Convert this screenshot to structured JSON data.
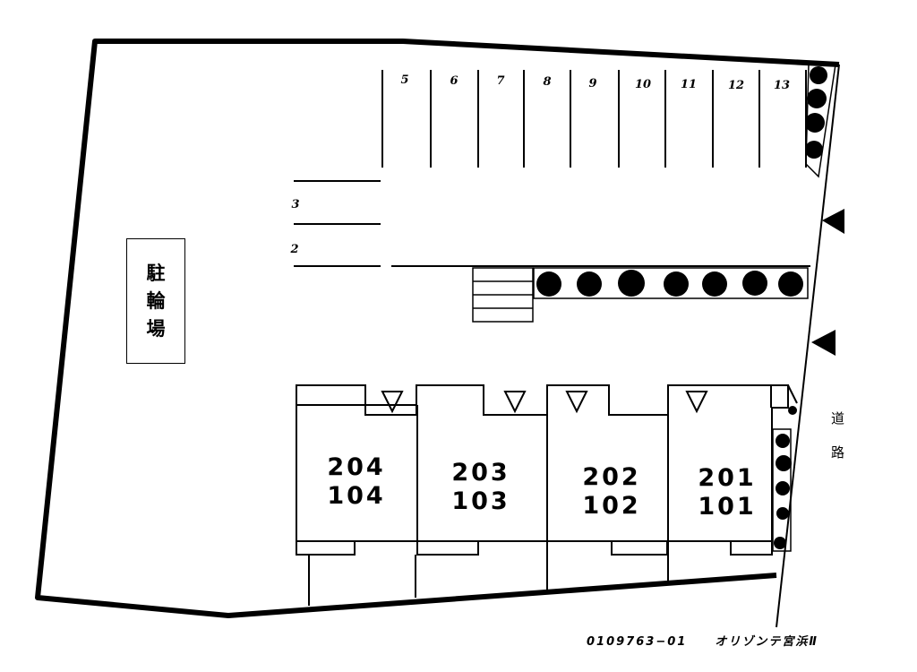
{
  "site_plan": {
    "parking_slots": [
      "5",
      "6",
      "7",
      "8",
      "9",
      "10",
      "11",
      "12",
      "13"
    ],
    "parking_left": [
      "3",
      "2"
    ],
    "bicycle_parking": [
      "駐",
      "輪",
      "場"
    ],
    "units": [
      {
        "upper": "204",
        "lower": "104"
      },
      {
        "upper": "203",
        "lower": "103"
      },
      {
        "upper": "202",
        "lower": "102"
      },
      {
        "upper": "201",
        "lower": "101"
      }
    ],
    "road": [
      "道",
      "路"
    ],
    "footer": {
      "code": "0109763−01",
      "name": "オリゾンテ宮浜Ⅱ"
    }
  }
}
